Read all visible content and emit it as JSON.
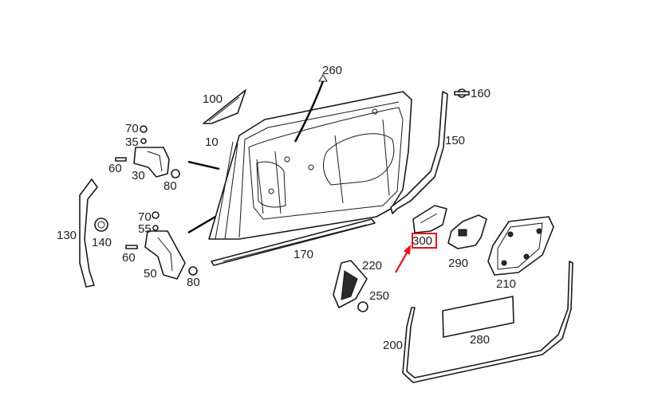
{
  "diagram": {
    "labels": {
      "p10": "10",
      "p30": "30",
      "p35": "35",
      "p50": "50",
      "p55": "55",
      "p60a": "60",
      "p60b": "60",
      "p70a": "70",
      "p70b": "70",
      "p80a": "80",
      "p80b": "80",
      "p100": "100",
      "p130": "130",
      "p140": "140",
      "p150": "150",
      "p160": "160",
      "p170": "170",
      "p200": "200",
      "p210": "210",
      "p220": "220",
      "p250": "250",
      "p260": "260",
      "p280": "280",
      "p290": "290",
      "p300": "300"
    },
    "highlighted_part": "300",
    "colors": {
      "highlight": "#e8101a",
      "arrow": "#e8101a",
      "line": "#1a1a1a"
    }
  }
}
